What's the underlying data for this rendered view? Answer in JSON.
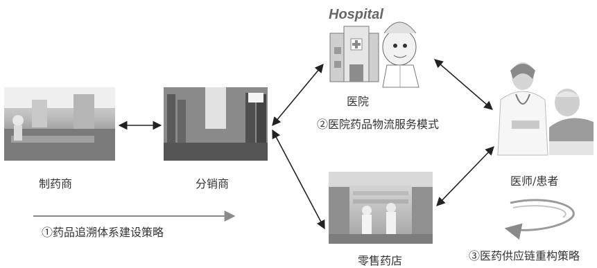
{
  "nodes": {
    "manufacturer": {
      "label": "制药商"
    },
    "distributor": {
      "label": "分销商"
    },
    "hospital": {
      "label": "医院",
      "sign_text": "Hospital"
    },
    "retail": {
      "label": "零售药店"
    },
    "doctor_patient": {
      "label": "医师/患者"
    }
  },
  "strategies": {
    "traceability": "①药品追溯体系建设策略",
    "hospital_logistics": "②医院药品物流服务模式",
    "supply_chain": "③医药供应链重构策略"
  },
  "colors": {
    "arrow": "#222222",
    "text": "#333333",
    "strategy_arrow": "#8a8a8a"
  }
}
